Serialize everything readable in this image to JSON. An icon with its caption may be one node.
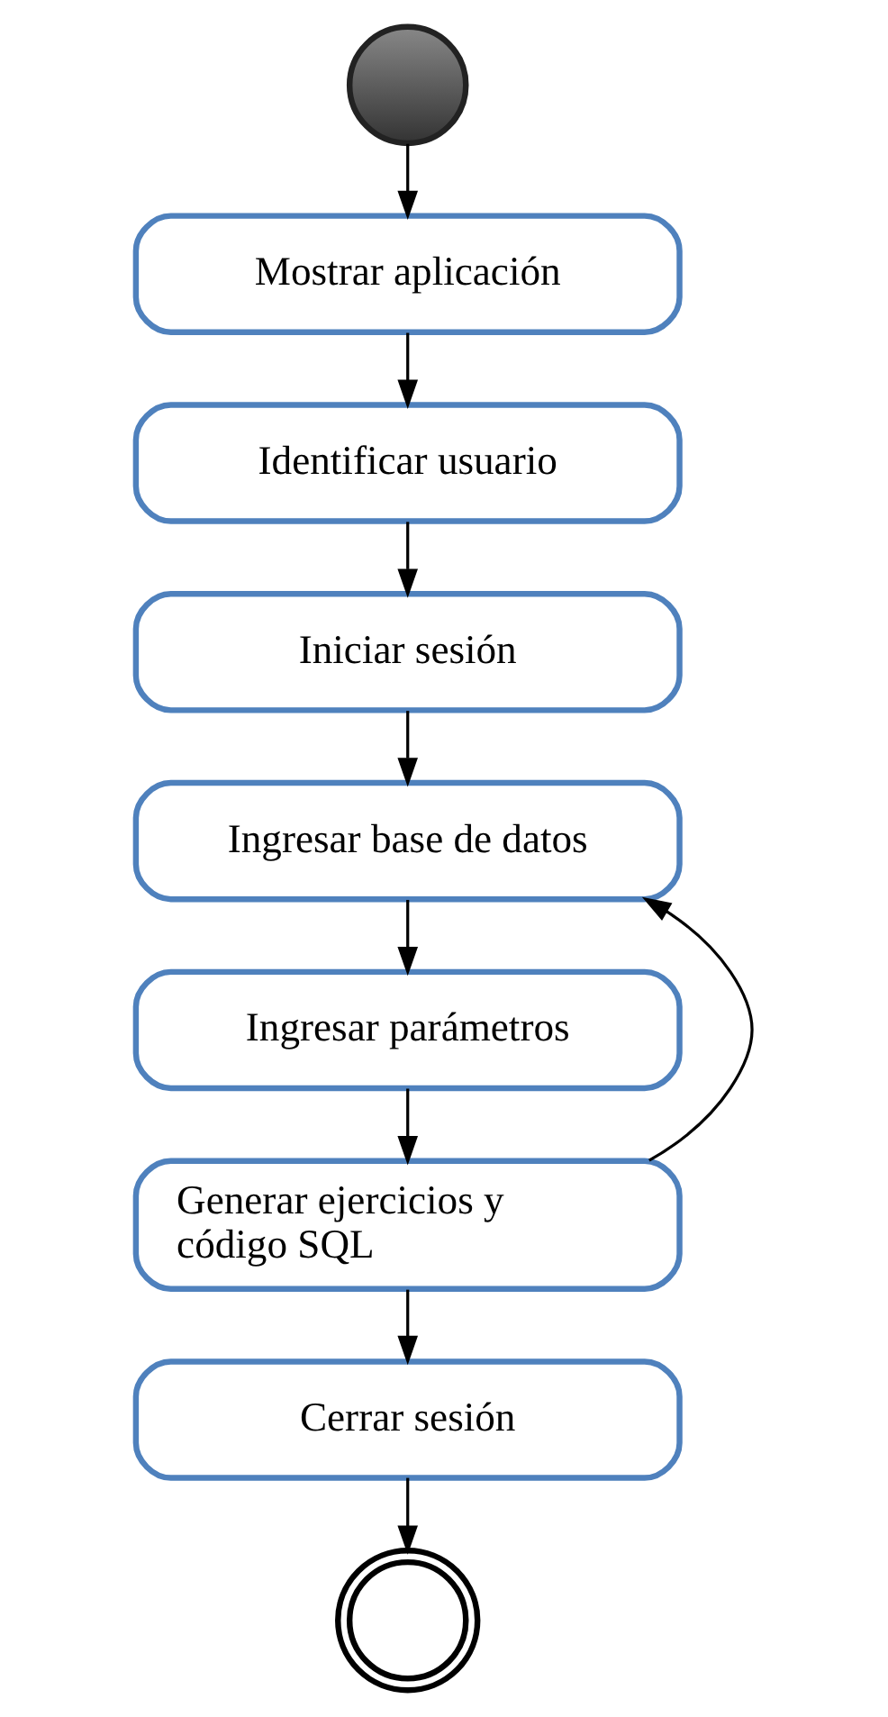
{
  "diagram": {
    "nodes": [
      {
        "text": [],
        "shape": "circle"
      },
      {
        "text": [
          "Mostrar aplicación"
        ]
      },
      {
        "text": [
          "Identificar usuario"
        ]
      },
      {
        "text": [
          "Iniciar sesión"
        ]
      },
      {
        "text": [
          "Ingresar base de datos"
        ]
      },
      {
        "text": [
          "Ingresar parámetros"
        ]
      },
      {
        "text": [
          "Generar ejercicios y código SQL"
        ]
      },
      {
        "text": [
          "Cerrar sesión"
        ]
      },
      {
        "text": [],
        "shape": "bullseye"
      }
    ],
    "edges": [
      {
        "from": 0,
        "to": 1,
        "arrow": "to"
      },
      {
        "from": 1,
        "to": 2,
        "arrow": "to"
      },
      {
        "from": 2,
        "to": 3,
        "arrow": "to"
      },
      {
        "from": 3,
        "to": 4,
        "arrow": "to"
      },
      {
        "from": 4,
        "to": 5,
        "arrow": "to"
      },
      {
        "from": 5,
        "to": 6,
        "arrow": "to"
      },
      {
        "from": 6,
        "to": 4,
        "arrow": "to"
      },
      {
        "from": 6,
        "to": 7,
        "arrow": "to"
      },
      {
        "from": 7,
        "to": 8,
        "arrow": "to"
      }
    ]
  }
}
